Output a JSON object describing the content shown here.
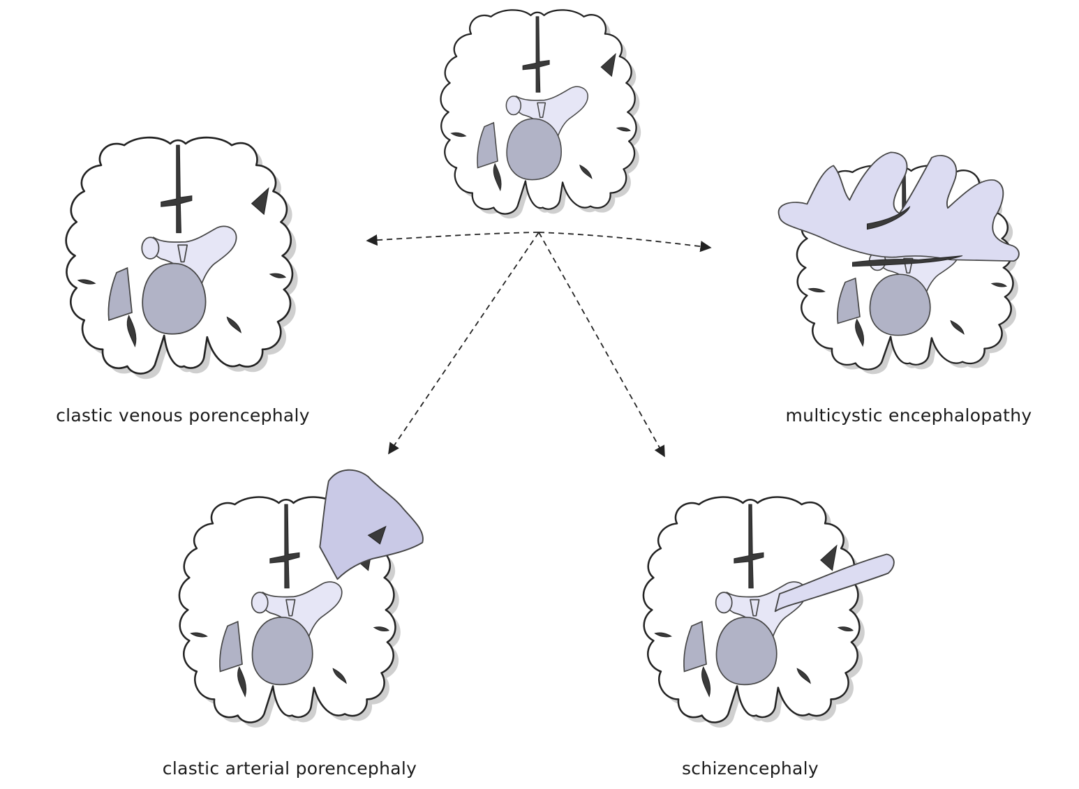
{
  "labels": {
    "clastic_venous": "clastic venous porencephaly",
    "multicystic": "multicystic encephalopathy",
    "clastic_arterial": "clastic arterial porencephaly",
    "schizencephaly": "schizencephaly"
  },
  "colors": {
    "background": "#ffffff",
    "brain_fill": "#ffffff",
    "ventricle_fill": "#e6e6f6",
    "deep_nuclei_fill": "#b1b3c6",
    "lesion_fill": "#dcdcf2",
    "arrow": "#222222"
  }
}
